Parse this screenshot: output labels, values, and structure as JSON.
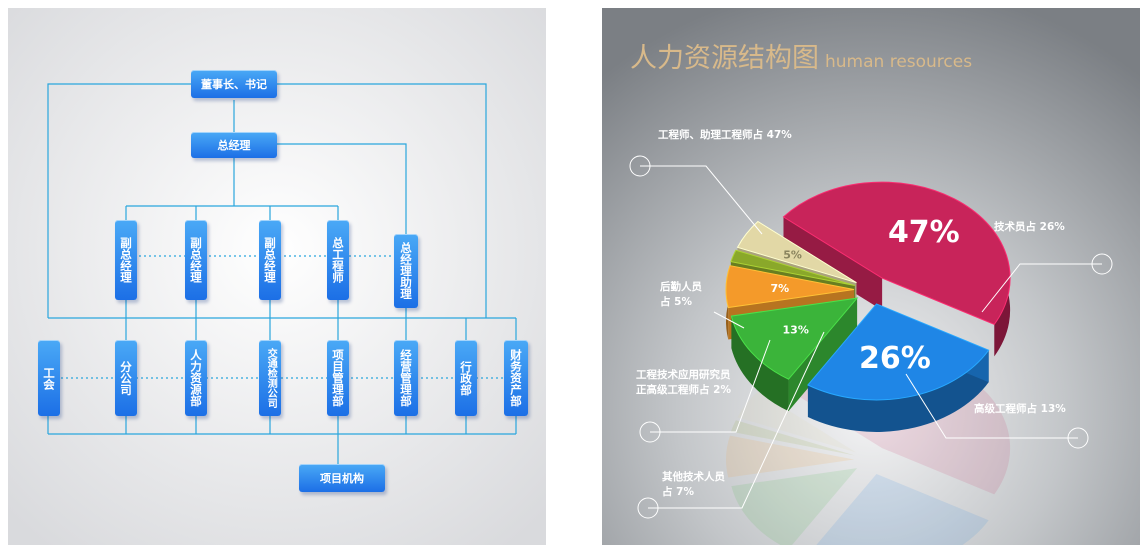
{
  "org_chart": {
    "chairman": "董事长、书记",
    "gm": "总经理",
    "row2": [
      "副总经理",
      "副总经理",
      "副总经理",
      "总工程师",
      "总经理助理"
    ],
    "row3": [
      "工会",
      "分公司",
      "人力资源部",
      "交通检测公司",
      "项目管理部",
      "经营管理部",
      "行政部",
      "财务资产部"
    ],
    "project": "项目机构",
    "colors": {
      "line": "#2aa6dd",
      "node_top": "#4aa9f6",
      "node_bottom": "#1c6fe6",
      "bg": "#f0f1f3"
    }
  },
  "pie_panel": {
    "title": "人力资源结构图",
    "subtitle": "human resources",
    "title_color": "#d8b98a"
  },
  "chart_data": {
    "type": "pie",
    "style": "3d-exploded",
    "slices": [
      {
        "label": "工程师、助理工程师占 47%",
        "pct_label": "47%",
        "value": 47,
        "color": "#c8245a"
      },
      {
        "label": "技术员占 26%",
        "pct_label": "26%",
        "value": 26,
        "color": "#1f86e6"
      },
      {
        "label": "高级工程师占 13%",
        "pct_label": "13%",
        "value": 13,
        "color": "#3bb43a"
      },
      {
        "label": "其他技术人员\n占 7%",
        "pct_label": "7%",
        "value": 7,
        "color": "#f49a2a"
      },
      {
        "label": "工程技术应用研究员\n正高级工程师占 2%",
        "pct_label": "",
        "value": 2,
        "color": "#8aa82a"
      },
      {
        "label": "后勤人员\n占 5%",
        "pct_label": "5%",
        "value": 5,
        "color": "#e2d8a6"
      }
    ]
  }
}
